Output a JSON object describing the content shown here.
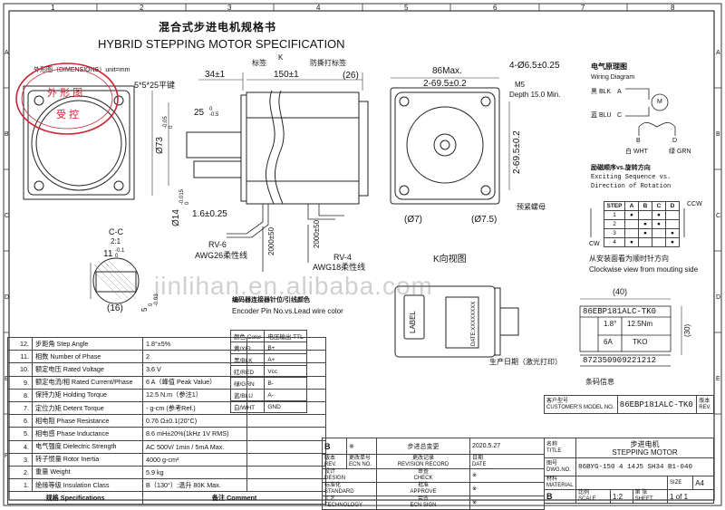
{
  "frame": {
    "top_numbers": [
      "1",
      "2",
      "3",
      "4",
      "5",
      "6",
      "7",
      "8"
    ],
    "side_letters": [
      "A",
      "B",
      "C",
      "D",
      "E",
      "F"
    ]
  },
  "title": {
    "cn": "混合式步进电机规格书",
    "en": "HYBRID STEPPING MOTOR SPECIFICATION"
  },
  "stamp": {
    "text": "外形图（DIMENSIONS）unit=mm",
    "seal_lines": [
      "外 形 图",
      "受 控"
    ]
  },
  "dims": {
    "d34": "34±1",
    "key": "5*5*25平键",
    "label_tag": "标签",
    "k": "K",
    "d150": "150±1",
    "tamper": "防撕打标签",
    "d26": "(26)",
    "d25": "25",
    "tol25": "0\n-0.5",
    "d73": "Ø73",
    "d73tol": "-0.05\n0",
    "d14": "Ø14",
    "d14tol": "-0.015\n0",
    "d16": "1.6±0.25",
    "rv6": "RV-6",
    "awg26": "AWG26柔性线",
    "rv4": "RV-4",
    "awg18": "AWG18柔性线",
    "len1": "2000±50",
    "len2": "2000±50",
    "d86": "86Max.",
    "holes": "4-Ø6.5±0.25",
    "pitch_h": "2-69.5±0.2",
    "m5": "M5",
    "depth": "Depth 15.0 Min.",
    "pitch_v": "2-69.5±0.2",
    "d7": "(Ø7)",
    "d75": "(Ø7.5)",
    "preset": "预紧螺母",
    "kview": "K向视图",
    "cc": "C-C",
    "ratio": "2:1",
    "d11": "11",
    "d11tol": "-0.1\n0",
    "d16b": "(16)",
    "d5": "5",
    "d5tol": "0\n-0.03"
  },
  "wiring": {
    "title": "电气原理图",
    "sub": "Wiring Diagram",
    "blk": "黑 BLK",
    "a": "A",
    "blu": "蓝 BLU",
    "c": "C",
    "m": "M",
    "b": "B",
    "d": "D",
    "wht": "白 WHT",
    "grn": "绿 GRN",
    "seq_cn": "励磁顺序vs.旋转方向",
    "seq_en1": "Exciting Sequence vs.",
    "seq_en2": "Direction of Rotation",
    "step_head": [
      "STEP",
      "A",
      "B",
      "C",
      "D"
    ],
    "steps": [
      "1",
      "2",
      "3",
      "4"
    ],
    "ccw": "CCW",
    "cw": "CW",
    "view_cn": "从安装面看为顺时针方向",
    "view_en": "Clockwise view from mouting side"
  },
  "encoder": {
    "title_cn": "编码器连接器针位/引线颜色",
    "title_en": "Encoder Pin No.vs.Lead wire color",
    "head": [
      "颜色 Color",
      "电压输出 TTL"
    ],
    "rows": [
      [
        "黄/YEL",
        "B+"
      ],
      [
        "黑/BLK",
        "A+"
      ],
      [
        "红/RED",
        "Vcc"
      ],
      [
        "绿/GRN",
        "B-"
      ],
      [
        "蓝/BLU",
        "A-"
      ],
      [
        "白/WHT",
        "GND"
      ]
    ]
  },
  "label": {
    "w40": "(40)",
    "model": "86EBP181ALC-TK0",
    "c1": "1.8°",
    "c2": "12.5Nm",
    "c3": "6A",
    "c4": "TKO",
    "h30": "(30)",
    "barcode": "872350909221212",
    "barcode_cn": "条码信息",
    "label_word": "LABEL",
    "date": "DATE:XXXXXXXX",
    "print_note": "生产日期（激光打印）"
  },
  "specs": [
    [
      "12.",
      "步距角 Step Angle",
      "1.8°±5%",
      ""
    ],
    [
      "11.",
      "相数 Number of Phase",
      "2",
      ""
    ],
    [
      "10.",
      "额定电压 Rated Voltage",
      "3.6 V",
      ""
    ],
    [
      "9.",
      "额定电流/相 Rated Current/Phase",
      "6 A（峰值 Peak Value）",
      ""
    ],
    [
      "8.",
      "保持力矩  Holding Torque",
      "12.5 N.m（参注1）",
      ""
    ],
    [
      "7.",
      "定位力矩  Detent Torque",
      "- g-cm (参考Ref.)",
      ""
    ],
    [
      "6.",
      "相电阻 Phase Resistance",
      "0.76 Ω±0.1(20°C)",
      ""
    ],
    [
      "5.",
      "相电感 Phase Inductance",
      "8.6 mH±20%(1kHz 1V RMS)",
      ""
    ],
    [
      "4.",
      "电气强度 Dielectric Strength",
      "AC 500V/ 1min / 5mA Max.",
      ""
    ],
    [
      "3.",
      "转子惯量 Rotor Inertia",
      "4000 g-cm²",
      ""
    ],
    [
      "2.",
      "重量 Weight",
      "5.9 kg",
      ""
    ],
    [
      "1.",
      "绝缘等级 Insulation Class",
      "B（130°）;温升 80K Max.",
      ""
    ]
  ],
  "spec_footer": {
    "left": "规格 Specifications",
    "right": "备注 Comment"
  },
  "titleblock": {
    "customer_lbl_cn": "客户型号",
    "customer_lbl_en": "CUSTOMER'S MODEL NO.",
    "customer_val": "86EBP181ALC-TK0",
    "rev_lbl_cn": "版本",
    "rev_lbl_en": "REV.",
    "rev_letter": "B",
    "mark": "※",
    "change_cn": "步进总变更",
    "date": "2020.5.27",
    "rev_col_cn": "版本",
    "rev_col_en": "REV.",
    "ecn_cn": "更改单号",
    "ecn_en": "ECN NO.",
    "record_cn": "更改记录",
    "record_en": "REVISION RECORD",
    "date_cn": "日期",
    "date_en": "DATE",
    "design_cn": "设计",
    "design_en": "DESIGN",
    "check_cn": "审查",
    "check_en": "CHECK",
    "std_cn": "标准化",
    "std_en": "STANDARD",
    "approve_cn": "批准",
    "approve_en": "APPROVE",
    "tech_cn": "工艺",
    "tech_en": "TECHNOLOGY",
    "ecnsign_cn": "会签",
    "ecnsign_en": "ECN SIGN",
    "title_cn": "步进电机",
    "title_en": "STEPPING MOTOR",
    "title_lbl_cn": "名称",
    "title_lbl_en": "TITLE",
    "dwg_lbl_cn": "图号",
    "dwg_lbl_en": "DWG.NO.",
    "dwg_val": "86BYG-150 4 14J5 SH34 B1-040",
    "mat_lbl_cn": "材料",
    "mat_lbl_en": "MATERIAL",
    "rev_b": "B",
    "scale_lbl": "比例",
    "scale_en": "SCALE",
    "scale_val": "1:2",
    "sheet_cn": "第 张",
    "sheet_en": "SHEET",
    "sheet_val": "1 of 1",
    "size_lbl": "SIZE",
    "size_val": "A4"
  },
  "watermark": "jinlihan.en.alibaba.com"
}
